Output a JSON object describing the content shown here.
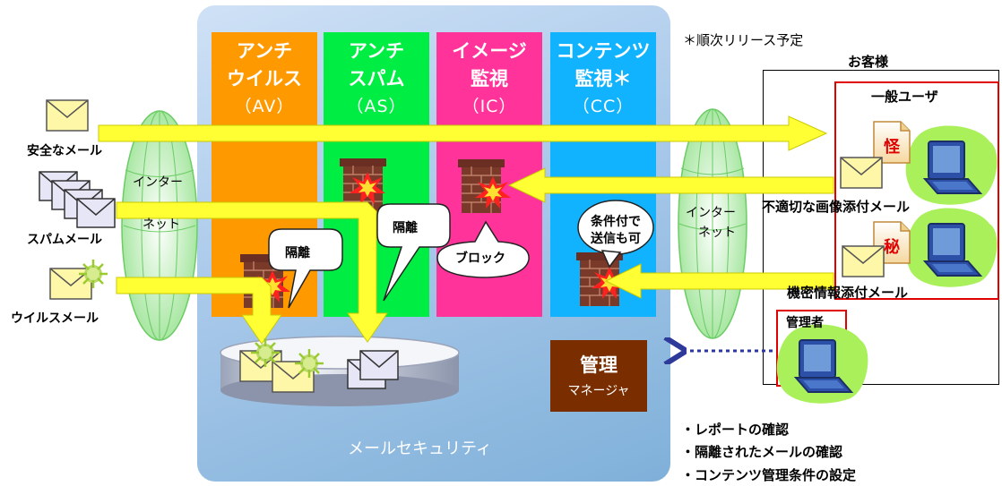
{
  "release_note": "＊順次リリース予定",
  "columns": [
    {
      "line1": "アンチ",
      "line2": "ウイルス",
      "abbr": "（AV）"
    },
    {
      "line1": "アンチ",
      "line2": "スパム",
      "abbr": "（AS）"
    },
    {
      "line1": "イメージ",
      "line2": "監視",
      "abbr": "（IC）"
    },
    {
      "line1": "コンテンツ",
      "line2": "監視＊",
      "abbr": "（CC）"
    }
  ],
  "left_mails": {
    "safe": "安全なメール",
    "spam": "スパムメール",
    "virus": "ウイルスメール"
  },
  "internet": {
    "line1": "インター",
    "line2": "ネット"
  },
  "customer": {
    "title": "お客様",
    "general_user": "一般ユーザ",
    "inappropriate_mail": "不適切な画像添付メール",
    "confidential_mail": "機密情報添付メール",
    "admin": "管理者"
  },
  "doc_marks": {
    "suspicious": "怪",
    "secret": "秘"
  },
  "callouts": {
    "quarantine": "隔離",
    "block": "ブロック",
    "conditional_line1": "条件付で",
    "conditional_line2": "送信も可"
  },
  "manager": {
    "line1": "管理",
    "line2": "マネージャ"
  },
  "main_label": "メールセキュリティ",
  "notes": [
    "・レポートの確認",
    "・隔離されたメールの確認",
    "・コンテンツ管理条件の設定"
  ],
  "colors": {
    "av": "#ff9900",
    "as": "#00ee44",
    "ic": "#ff3399",
    "cc": "#11b3ff",
    "arrow": "#ffff33",
    "manager": "#7a2e00",
    "red_box": "#e00000"
  }
}
